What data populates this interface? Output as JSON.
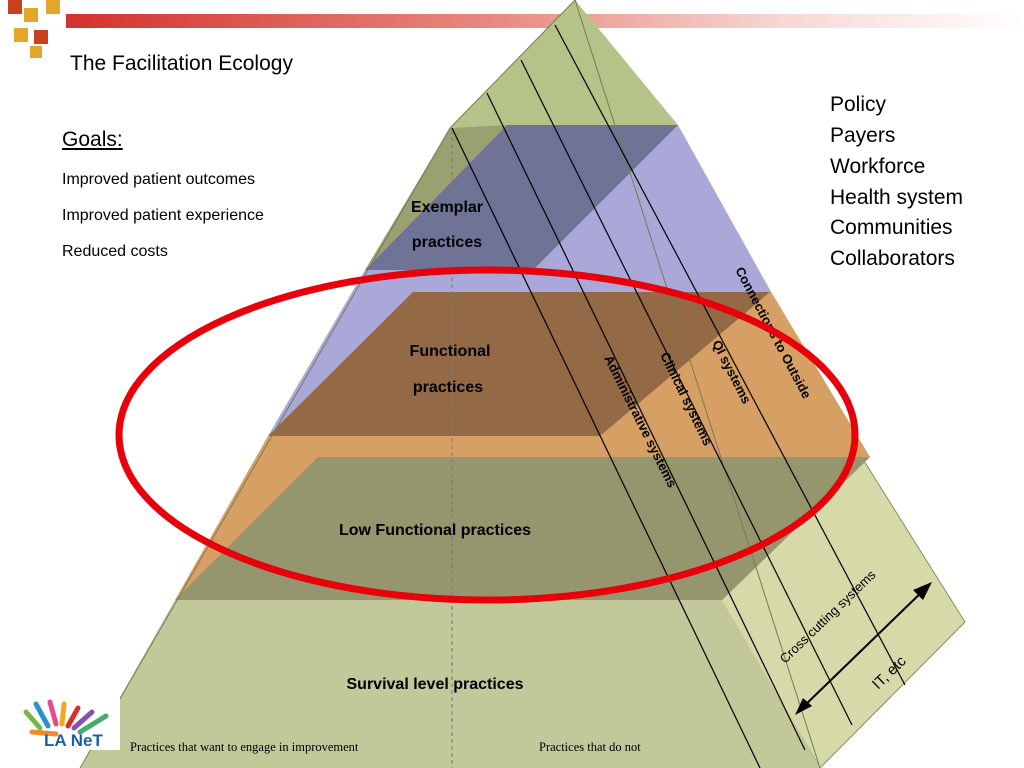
{
  "title": "The Facilitation Ecology",
  "goals": {
    "heading": "Goals:",
    "items": [
      "Improved patient outcomes",
      "Improved patient experience",
      "Reduced costs"
    ]
  },
  "stakeholders": [
    "Policy",
    "Payers",
    "Workforce",
    "Health system",
    "Communities",
    "Collaborators"
  ],
  "levels": {
    "exemplar_line1": "Exemplar",
    "exemplar_line2": "practices",
    "functional_line1": "Functional",
    "functional_line2": "practices",
    "low_functional": "Low Functional practices",
    "survival": "Survival level practices"
  },
  "systems": {
    "administrative": "Administrative systems",
    "clinical": "Clinical systems",
    "qi": "QI  systems",
    "connections": "Connections to Outside"
  },
  "cross_cutting": "Cross cutting systems",
  "it_etc": "IT, etc",
  "footer": {
    "left": "Practices that want to engage in improvement",
    "right": "Practices that do not"
  },
  "logo_text": "LA NeT",
  "colors": {
    "sage": "#c2c89a",
    "sage_side": "#d6d9a8",
    "olive": "#96966e",
    "orange": "#d6a064",
    "brown": "#946945",
    "lavender": "#a9a8d8",
    "slate": "#6f7396",
    "top_green": "#b4c488",
    "ellipse_red": "#e8000b",
    "header_red": "#d4312e",
    "square_gold": "#e3a52a",
    "square_red": "#c8401e"
  }
}
